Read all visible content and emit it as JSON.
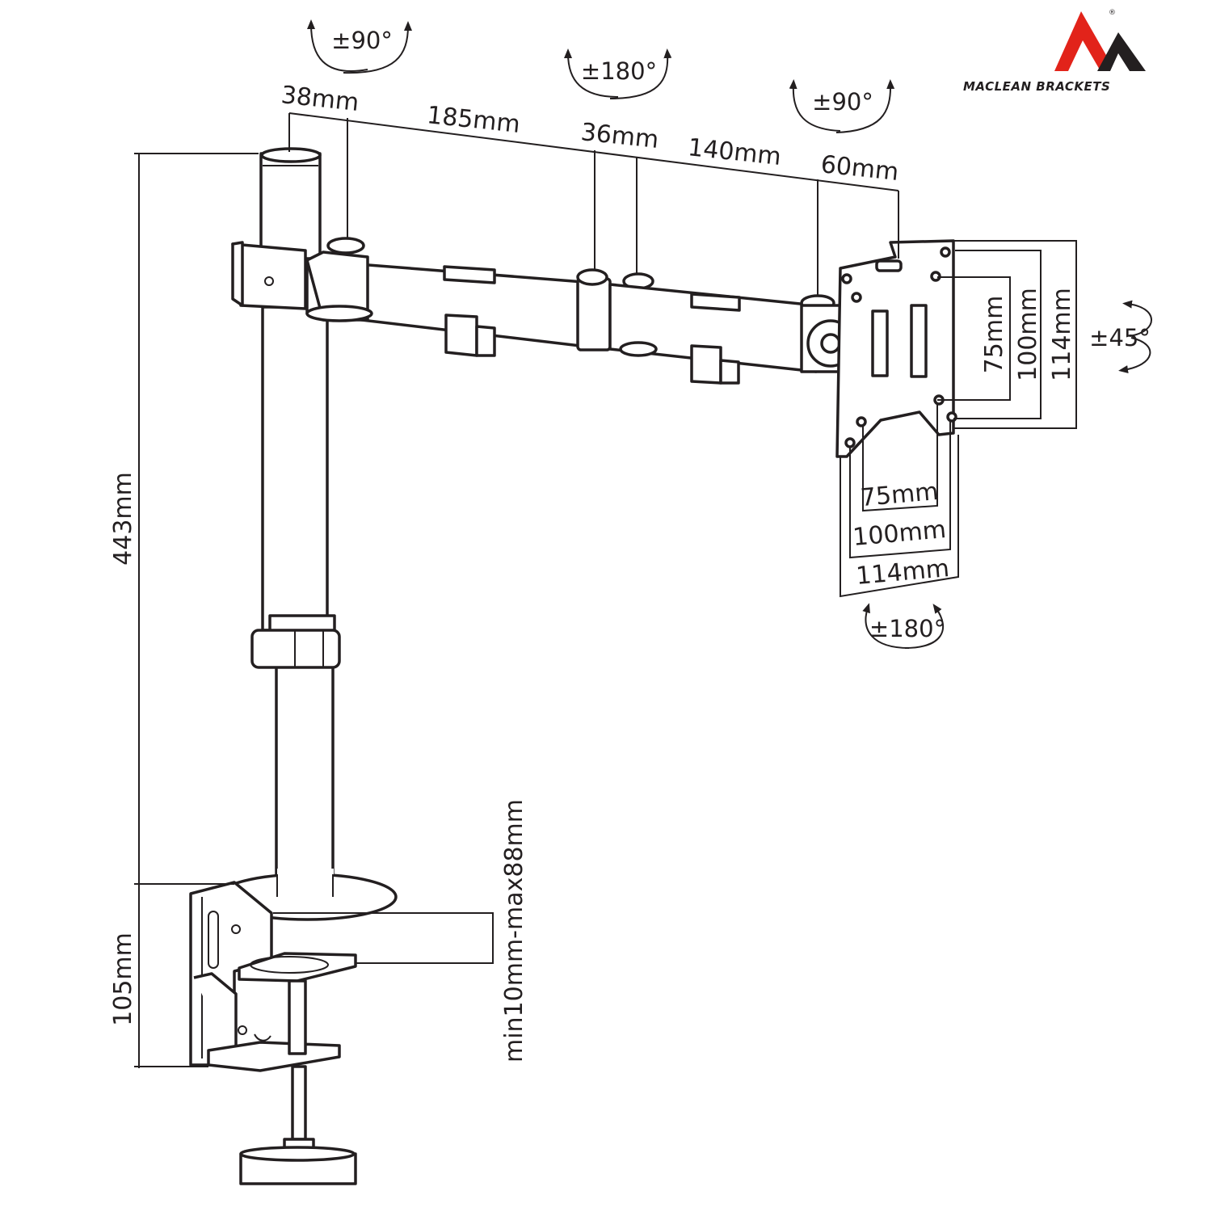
{
  "brand": {
    "name": "MACLEAN BRACKETS",
    "registered_mark": "®",
    "color_red": "#e2231a",
    "color_black": "#231f20"
  },
  "rotations": {
    "pole_swivel": "±90°",
    "arm_joint": "±180°",
    "head_tilt": "±90°",
    "plate_rotation": "±45°",
    "plate_swivel": "±180°"
  },
  "dimensions": {
    "arm_segments": [
      "38mm",
      "185mm",
      "36mm",
      "140mm",
      "60mm"
    ],
    "pole_height": "443mm",
    "clamp_height": "105mm",
    "desk_thickness": "min10mm-max88mm",
    "vesa_vertical": [
      "75mm",
      "100mm",
      "114mm"
    ],
    "vesa_horizontal": [
      "75mm",
      "100mm",
      "114mm"
    ]
  }
}
